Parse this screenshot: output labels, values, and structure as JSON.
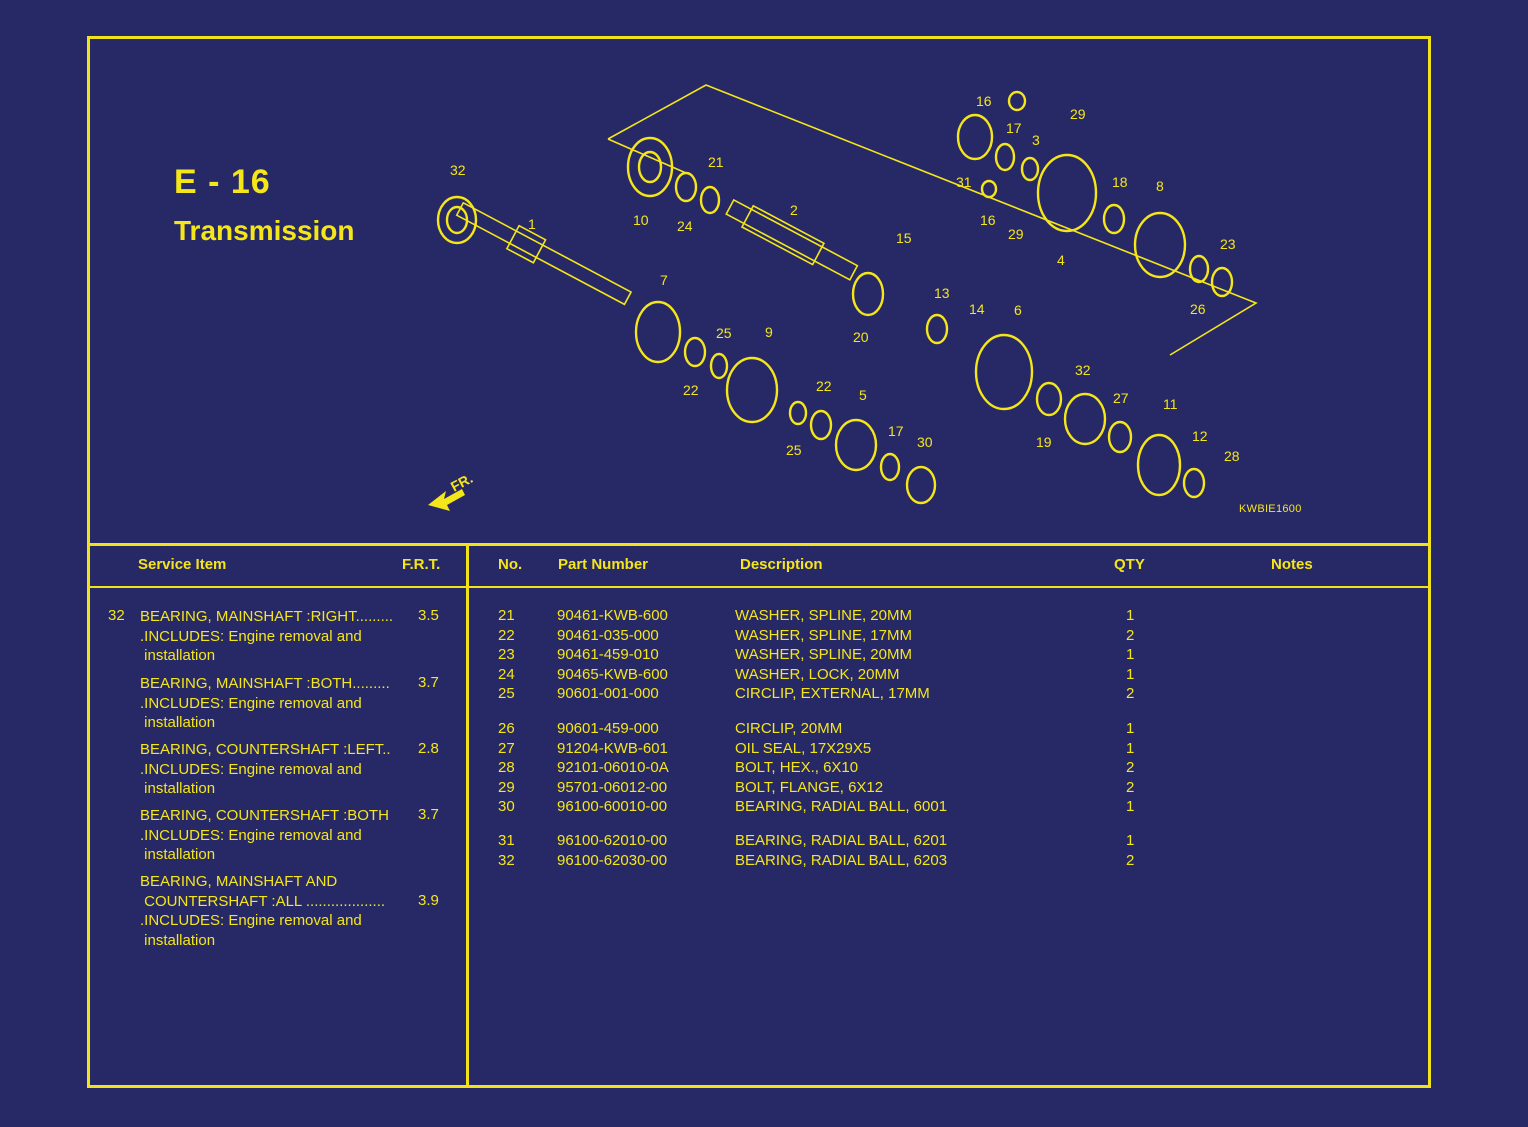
{
  "header": {
    "page_code": "E - 16",
    "page_title": "Transmission",
    "figure_code": "KWBIE1600",
    "front_marker": "FR."
  },
  "diagram": {
    "callouts": [
      "32",
      "1",
      "10",
      "24",
      "21",
      "2",
      "15",
      "13",
      "14",
      "6",
      "7",
      "25",
      "9",
      "22",
      "22",
      "5",
      "17",
      "30",
      "20",
      "16",
      "29",
      "17",
      "3",
      "31",
      "16",
      "29",
      "4",
      "18",
      "8",
      "23",
      "26",
      "32",
      "27",
      "11",
      "12",
      "28",
      "19",
      "25"
    ]
  },
  "service_table": {
    "headers": {
      "item": "Service Item",
      "frt": "F.R.T."
    },
    "ref_number": "32",
    "items": [
      {
        "lines": [
          "BEARING, MAINSHAFT :RIGHT.........",
          ".INCLUDES: Engine removal and",
          " installation"
        ],
        "frt": "3.5"
      },
      {
        "lines": [
          "BEARING, MAINSHAFT :BOTH.........",
          ".INCLUDES: Engine removal and",
          " installation"
        ],
        "frt": "3.7"
      },
      {
        "lines": [
          "BEARING, COUNTERSHAFT :LEFT..",
          ".INCLUDES: Engine removal and",
          " installation"
        ],
        "frt": "2.8"
      },
      {
        "lines": [
          "BEARING, COUNTERSHAFT :BOTH",
          ".INCLUDES: Engine removal and",
          " installation"
        ],
        "frt": "3.7"
      },
      {
        "lines": [
          "BEARING, MAINSHAFT AND",
          " COUNTERSHAFT :ALL ...................",
          ".INCLUDES: Engine removal and",
          " installation"
        ],
        "frt": "3.9"
      }
    ]
  },
  "parts_table": {
    "headers": {
      "no": "No.",
      "part": "Part Number",
      "desc": "Description",
      "qty": "QTY",
      "notes": "Notes"
    },
    "rows": [
      {
        "no": "21",
        "part": "90461-KWB-600",
        "desc": "WASHER, SPLINE, 20MM",
        "qty": "1"
      },
      {
        "no": "22",
        "part": "90461-035-000",
        "desc": "WASHER, SPLINE, 17MM",
        "qty": "2"
      },
      {
        "no": "23",
        "part": "90461-459-010",
        "desc": "WASHER, SPLINE, 20MM",
        "qty": "1"
      },
      {
        "no": "24",
        "part": "90465-KWB-600",
        "desc": "WASHER, LOCK, 20MM",
        "qty": "1"
      },
      {
        "no": "25",
        "part": "90601-001-000",
        "desc": "CIRCLIP, EXTERNAL, 17MM",
        "qty": "2"
      },
      {
        "no": "26",
        "part": "90601-459-000",
        "desc": "CIRCLIP, 20MM",
        "qty": "1"
      },
      {
        "no": "27",
        "part": "91204-KWB-601",
        "desc": "OIL SEAL, 17X29X5",
        "qty": "1"
      },
      {
        "no": "28",
        "part": "92101-06010-0A",
        "desc": "BOLT, HEX., 6X10",
        "qty": "2"
      },
      {
        "no": "29",
        "part": "95701-06012-00",
        "desc": "BOLT, FLANGE, 6X12",
        "qty": "2"
      },
      {
        "no": "30",
        "part": "96100-60010-00",
        "desc": "BEARING, RADIAL BALL, 6001",
        "qty": "1"
      },
      {
        "no": "31",
        "part": "96100-62010-00",
        "desc": "BEARING, RADIAL BALL, 6201",
        "qty": "1"
      },
      {
        "no": "32",
        "part": "96100-62030-00",
        "desc": "BEARING, RADIAL BALL, 6203",
        "qty": "2"
      }
    ]
  },
  "colors": {
    "background": "#272966",
    "accent": "#f5e61a"
  }
}
